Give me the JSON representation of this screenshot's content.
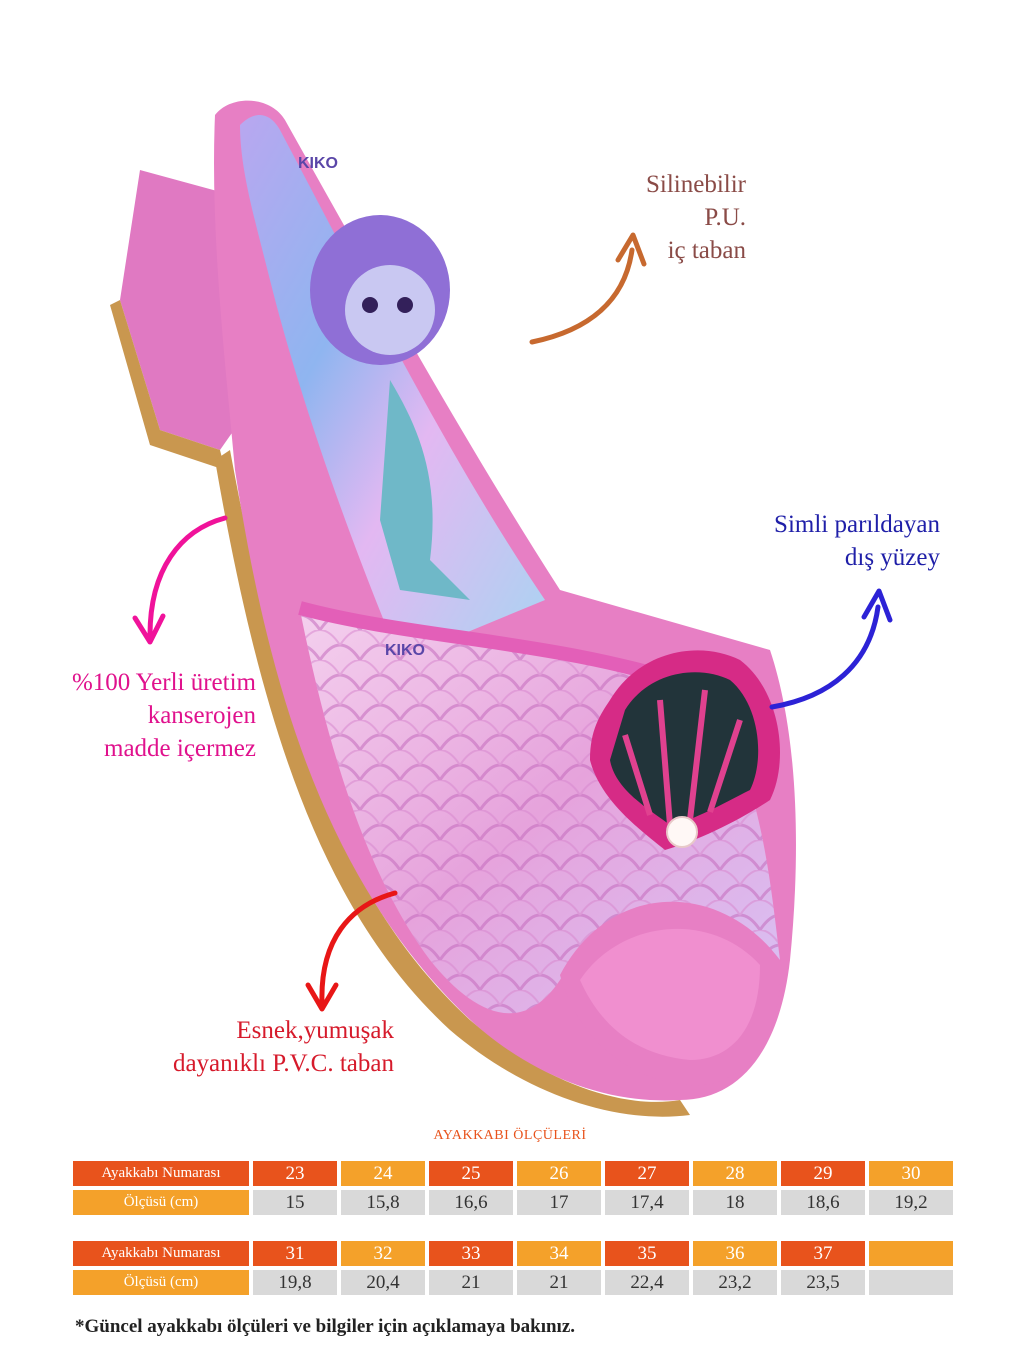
{
  "callouts": {
    "insole": [
      "Silinebilir P.U.",
      "iç taban"
    ],
    "surface": [
      "Simli parıldayan",
      "dış yüzey"
    ],
    "local": [
      "%100 Yerli üretim",
      "kanserojen",
      "madde içermez"
    ],
    "sole": [
      "Esnek,yumuşak",
      "dayanıklı P.V.C. taban"
    ]
  },
  "brand_label": "KIKO",
  "colors": {
    "insole_text": "#8a4b47",
    "insole_arrow": "#c7692f",
    "surface_text": "#1f1fa8",
    "surface_arrow": "#2c22d6",
    "local_text": "#e0118d",
    "local_arrow": "#f0129a",
    "sole_text": "#d61a2b",
    "sole_arrow": "#e81616",
    "orange_dark": "#e8531c",
    "orange_light": "#f4a12a",
    "gray_cell": "#d9d9d9",
    "shoe_pink": "#e77fc4"
  },
  "size_table": {
    "title": "AYAKKABI ÖLÇÜLERİ",
    "number_label": "Ayakkabı Numarası",
    "measure_label": "Ölçüsü (cm)",
    "block1": {
      "sizes": [
        "23",
        "24",
        "25",
        "26",
        "27",
        "28",
        "29",
        "30"
      ],
      "cm": [
        "15",
        "15,8",
        "16,6",
        "17",
        "17,4",
        "18",
        "18,6",
        "19,2"
      ]
    },
    "block2": {
      "sizes": [
        "31",
        "32",
        "33",
        "34",
        "35",
        "36",
        "37",
        ""
      ],
      "cm": [
        "19,8",
        "20,4",
        "21",
        "21",
        "22,4",
        "23,2",
        "23,5",
        ""
      ]
    }
  },
  "footnote": "*Güncel ayakkabı ölçüleri ve bilgiler için açıklamaya bakınız."
}
